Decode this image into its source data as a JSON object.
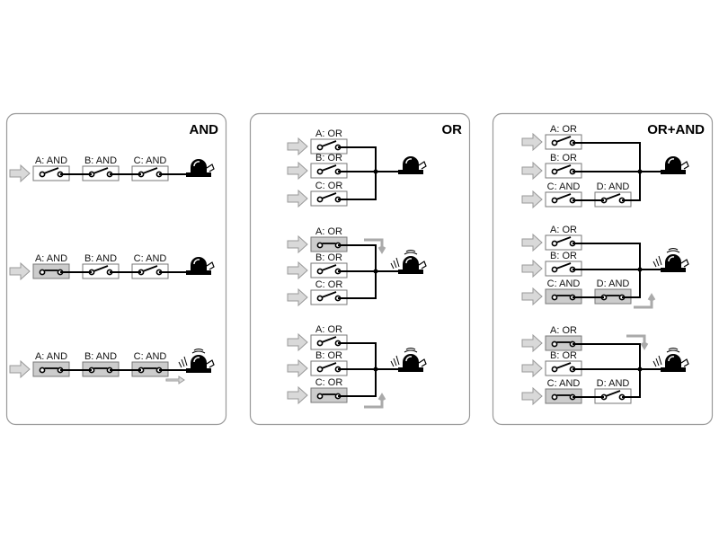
{
  "panels": [
    {
      "title": "AND",
      "type": "and",
      "groups": [
        {
          "switches": [
            {
              "label": "A: AND",
              "closed": false
            },
            {
              "label": "B: AND",
              "closed": false
            },
            {
              "label": "C: AND",
              "closed": false
            }
          ],
          "ringing": false
        },
        {
          "switches": [
            {
              "label": "A: AND",
              "closed": true
            },
            {
              "label": "B: AND",
              "closed": false
            },
            {
              "label": "C: AND",
              "closed": false
            }
          ],
          "ringing": false
        },
        {
          "switches": [
            {
              "label": "A: AND",
              "closed": true
            },
            {
              "label": "B: AND",
              "closed": true
            },
            {
              "label": "C: AND",
              "closed": true
            }
          ],
          "ringing": true
        }
      ]
    },
    {
      "title": "OR",
      "type": "or",
      "groups": [
        {
          "switches": [
            {
              "label": "A: OR",
              "closed": false
            },
            {
              "label": "B: OR",
              "closed": false
            },
            {
              "label": "C: OR",
              "closed": false
            }
          ],
          "ringing": false
        },
        {
          "switches": [
            {
              "label": "A: OR",
              "closed": true
            },
            {
              "label": "B: OR",
              "closed": false
            },
            {
              "label": "C: OR",
              "closed": false
            }
          ],
          "ringing": true
        },
        {
          "switches": [
            {
              "label": "A: OR",
              "closed": false
            },
            {
              "label": "B: OR",
              "closed": false
            },
            {
              "label": "C: OR",
              "closed": true
            }
          ],
          "ringing": true
        }
      ]
    },
    {
      "title": "OR+AND",
      "type": "orand",
      "groups": [
        {
          "switches": [
            {
              "label": "A: OR",
              "closed": false
            },
            {
              "label": "B: OR",
              "closed": false
            },
            {
              "label": "C: AND",
              "closed": false
            },
            {
              "label": "D: AND",
              "closed": false
            }
          ],
          "ringing": false
        },
        {
          "switches": [
            {
              "label": "A: OR",
              "closed": false
            },
            {
              "label": "B: OR",
              "closed": false
            },
            {
              "label": "C: AND",
              "closed": true
            },
            {
              "label": "D: AND",
              "closed": true
            }
          ],
          "ringing": true
        },
        {
          "switches": [
            {
              "label": "A: OR",
              "closed": true
            },
            {
              "label": "B: OR",
              "closed": false
            },
            {
              "label": "C: AND",
              "closed": true
            },
            {
              "label": "D: AND",
              "closed": false
            }
          ],
          "ringing": true
        }
      ]
    }
  ],
  "colors": {
    "closed_fill": "#cccccc",
    "open_fill": "#ffffff",
    "wire": "#000000",
    "border": "#999999",
    "arrow": "#d9d9d9"
  }
}
